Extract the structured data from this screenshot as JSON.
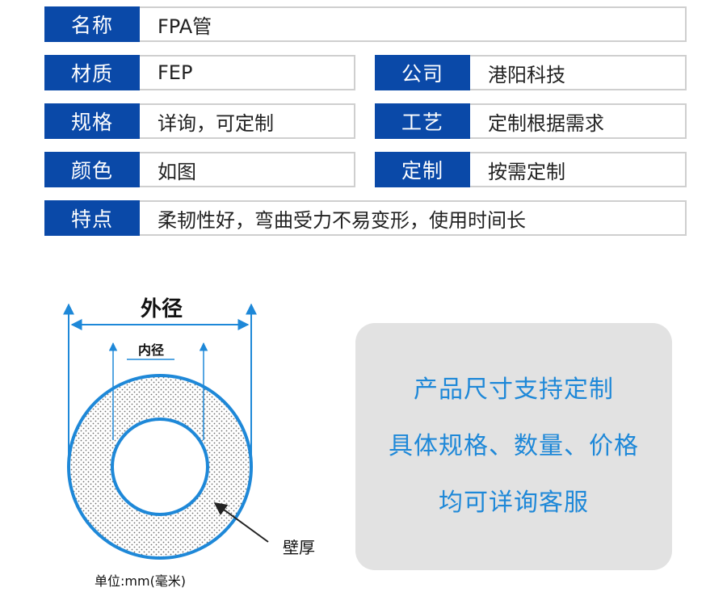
{
  "specs": {
    "name": {
      "label": "名称",
      "value": "FPA管"
    },
    "material": {
      "label": "材质",
      "value": "FEP"
    },
    "company": {
      "label": "公司",
      "value": "港阳科技"
    },
    "size": {
      "label": "规格",
      "value": "详询，可定制"
    },
    "process": {
      "label": "工艺",
      "value": "定制根据需求"
    },
    "color": {
      "label": "颜色",
      "value": "如图"
    },
    "custom": {
      "label": "定制",
      "value": "按需定制"
    },
    "feature": {
      "label": "特点",
      "value": "柔韧性好，弯曲受力不易变形，使用时间长"
    }
  },
  "diagram": {
    "outer_diameter_label": "外径",
    "inner_diameter_label": "内径",
    "wall_thickness_label": "壁厚",
    "unit_label": "单位:mm(毫米)"
  },
  "info": {
    "line1": "产品尺寸支持定制",
    "line2": "具体规格、数量、价格",
    "line3": "均可详询客服"
  },
  "colors": {
    "label_bg": "#0a49a8",
    "accent_blue": "#1e88d8",
    "info_bg": "#e2e2e2"
  }
}
